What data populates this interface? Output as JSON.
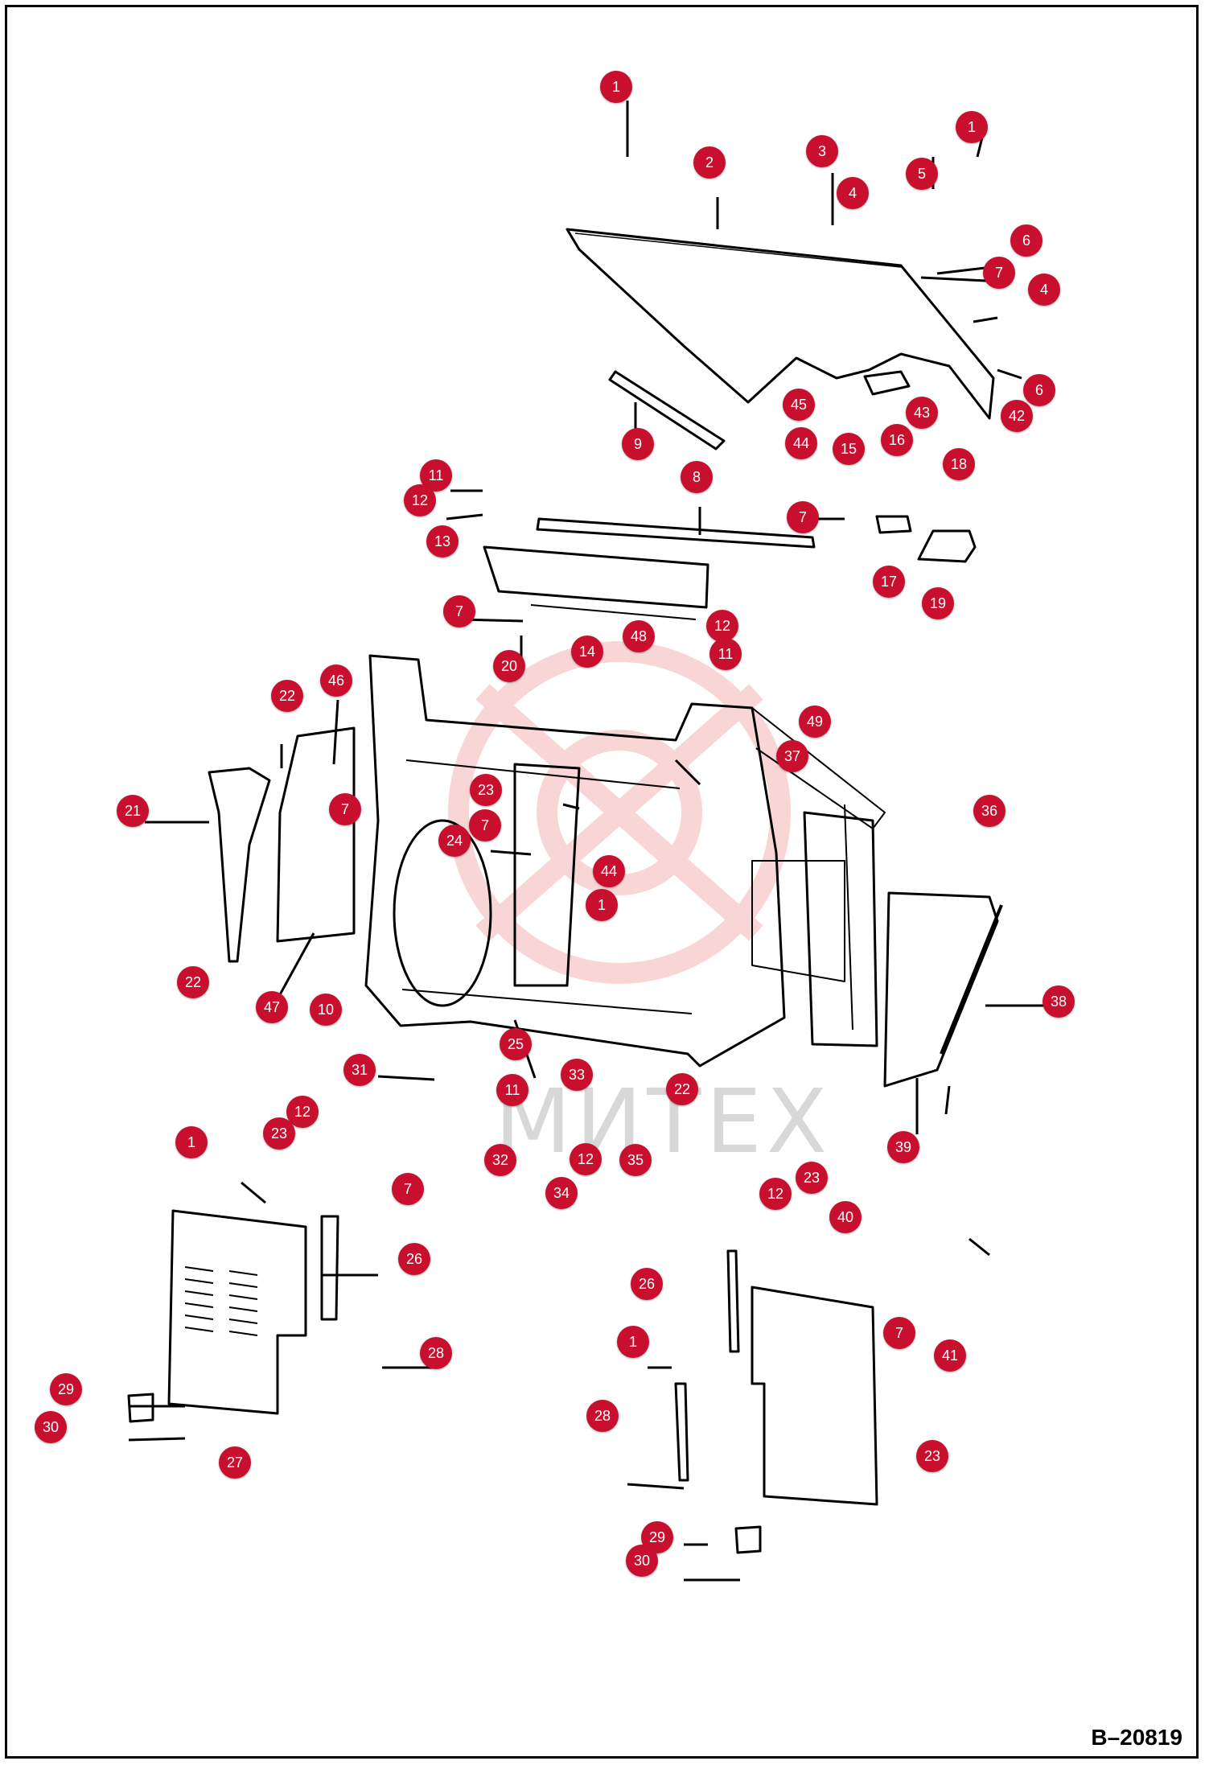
{
  "drawing_id": "B–20819",
  "watermark": "МИТЕХ",
  "colors": {
    "callout": "#c8102e",
    "line": "#000000",
    "watermark": "#f4b6b6"
  },
  "callouts": [
    {
      "n": "1"
    },
    {
      "n": "1"
    },
    {
      "n": "2"
    },
    {
      "n": "3"
    },
    {
      "n": "4"
    },
    {
      "n": "5"
    },
    {
      "n": "6"
    },
    {
      "n": "7"
    },
    {
      "n": "4"
    },
    {
      "n": "6"
    },
    {
      "n": "45"
    },
    {
      "n": "43"
    },
    {
      "n": "42"
    },
    {
      "n": "44"
    },
    {
      "n": "15"
    },
    {
      "n": "16"
    },
    {
      "n": "18"
    },
    {
      "n": "9"
    },
    {
      "n": "8"
    },
    {
      "n": "11"
    },
    {
      "n": "12"
    },
    {
      "n": "13"
    },
    {
      "n": "7"
    },
    {
      "n": "17"
    },
    {
      "n": "19"
    },
    {
      "n": "7"
    },
    {
      "n": "14"
    },
    {
      "n": "48"
    },
    {
      "n": "12"
    },
    {
      "n": "11"
    },
    {
      "n": "20"
    },
    {
      "n": "22"
    },
    {
      "n": "46"
    },
    {
      "n": "49"
    },
    {
      "n": "37"
    },
    {
      "n": "21"
    },
    {
      "n": "7"
    },
    {
      "n": "23"
    },
    {
      "n": "7"
    },
    {
      "n": "24"
    },
    {
      "n": "36"
    },
    {
      "n": "44"
    },
    {
      "n": "1"
    },
    {
      "n": "22"
    },
    {
      "n": "47"
    },
    {
      "n": "10"
    },
    {
      "n": "38"
    },
    {
      "n": "25"
    },
    {
      "n": "31"
    },
    {
      "n": "33"
    },
    {
      "n": "11"
    },
    {
      "n": "22"
    },
    {
      "n": "39"
    },
    {
      "n": "12"
    },
    {
      "n": "23"
    },
    {
      "n": "1"
    },
    {
      "n": "32"
    },
    {
      "n": "12"
    },
    {
      "n": "35"
    },
    {
      "n": "34"
    },
    {
      "n": "7"
    },
    {
      "n": "12"
    },
    {
      "n": "23"
    },
    {
      "n": "40"
    },
    {
      "n": "26"
    },
    {
      "n": "26"
    },
    {
      "n": "28"
    },
    {
      "n": "1"
    },
    {
      "n": "7"
    },
    {
      "n": "41"
    },
    {
      "n": "29"
    },
    {
      "n": "30"
    },
    {
      "n": "27"
    },
    {
      "n": "28"
    },
    {
      "n": "23"
    },
    {
      "n": "29"
    },
    {
      "n": "30"
    }
  ]
}
